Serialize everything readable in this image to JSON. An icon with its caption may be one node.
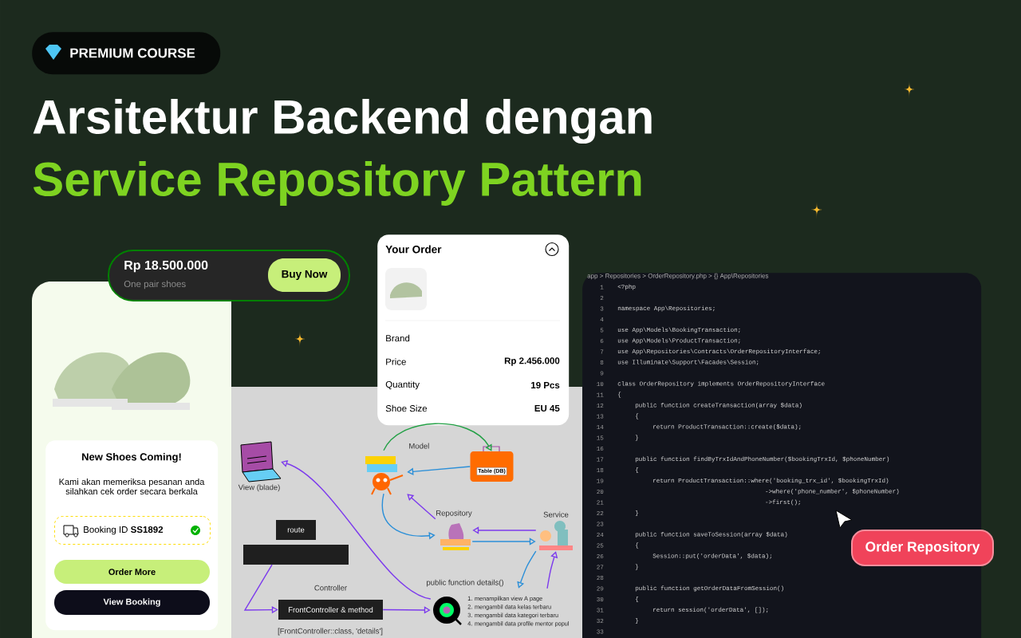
{
  "diagram": {
    "title": "Arsitektur Backend dengan",
    "nodes": [
      {
        "text": [
          "PREMIUM COURSE"
        ]
      },
      {
        "text": [
          "Rp 18.500.000",
          "One pair shoes"
        ]
      },
      {
        "text": [
          "Buy Now"
        ],
        "in": 1
      },
      {
        "text": [
          "New Shoes Coming!",
          "Kami akan memeriksa pesanan anda silahkan cek order secara berkala"
        ]
      },
      {
        "text": [
          "Booking ID **SS1892**"
        ],
        "in": 3
      },
      {
        "text": [
          "Order More"
        ],
        "in": 3
      },
      {
        "text": [
          "View Booking"
        ],
        "in": 3
      },
      {
        "text": [
          "Your Order",
          "Brand",
          "Price",
          "Rp 2.456.000",
          "Quantity",
          "19 Pcs",
          "Shoe Size",
          "EU 45"
        ]
      },
      {
        "text": [
          "View (blade)"
        ]
      },
      {
        "text": [
          "Model"
        ]
      },
      {
        "text": [
          "Table (DB)"
        ]
      },
      {
        "text": [
          "Repository"
        ]
      },
      {
        "text": [
          "Service"
        ]
      },
      {
        "text": [
          "route"
        ]
      },
      {
        "text": [],
        "shape": "box"
      },
      {
        "text": [
          "Controller",
          "FrontController & method"
        ],
        "beside": [
          "[FrontController::class, 'details']"
        ]
      },
      {
        "text": [
          "public function details()"
        ],
        "beside": [
          "1. menampilkan view A page",
          "2. mengambil data kelas terbaru",
          "3. mengambil data kategori terbaru",
          "4. mengambil data profile mentor popul"
        ]
      },
      {
        "text": [
          "app > Repositories > OrderRepository.php > {} App\\Repositories",
          "<?php",
          "namespace App\\Repositories;",
          "use App\\Models\\BookingTransaction;",
          "use App\\Models\\ProductTransaction;",
          "use App\\Repositories\\Contracts\\OrderRepositoryInterface;",
          "use Illuminate\\Support\\Facades\\Session;",
          "class OrderRepository implements OrderRepositoryInterface",
          "{",
          "public function createTransaction(array $data)",
          "{",
          "return ProductTransaction::create($data);",
          "}",
          "public function findByTrxIdAndPhoneNumber($bookingTrxId, $phoneNumber)",
          "{",
          "return ProductTransaction::where('booking_trx_id', $bookingTrxId)",
          "->where('phone_number', $phoneNumber)",
          "->first();",
          "}",
          "public function saveToSession(array $data)",
          "{",
          "Session::put('orderData', $data);",
          "}",
          "public function getOrderDataFromSession()",
          "{",
          "return session('orderData', []);",
          "}"
        ]
      },
      {
        "text": [
          "Order Repository"
        ]
      }
    ],
    "edges": [
      {
        "from": 9,
        "to": 10,
        "arrow": "to",
        "color": "#22a045"
      },
      {
        "from": 10,
        "to": 9,
        "arrow": "to",
        "color": "#2b8fd8"
      },
      {
        "from": 9,
        "to": 11,
        "arrow": "to",
        "color": "#2b8fd8"
      },
      {
        "from": 11,
        "to": 9,
        "arrow": "to"
      },
      {
        "from": 12,
        "to": 11,
        "arrow": "to"
      },
      {
        "from": 11,
        "to": 12,
        "arrow": "to",
        "color": "#2b8fd8"
      },
      {
        "from": 12,
        "to": 16,
        "arrow": "to",
        "color": "#2b8fd8"
      },
      {
        "from": 16,
        "to": 12,
        "arrow": "to"
      },
      {
        "from": 16,
        "to": 8,
        "arrow": "to"
      },
      {
        "from": 14,
        "to": 15,
        "arrow": "to"
      },
      {
        "from": 15,
        "to": 16,
        "arrow": "to"
      }
    ],
    "labels": [
      "Service Repository Pattern",
      "1",
      "2",
      "3",
      "4",
      "5",
      "6",
      "7",
      "8",
      "9",
      "10",
      "11",
      "12",
      "13",
      "14",
      "15",
      "16",
      "17",
      "18",
      "19",
      "20",
      "21",
      "22",
      "23",
      "24",
      "25",
      "26",
      "27",
      "28",
      "29",
      "30",
      "31",
      "32",
      "33"
    ]
  }
}
